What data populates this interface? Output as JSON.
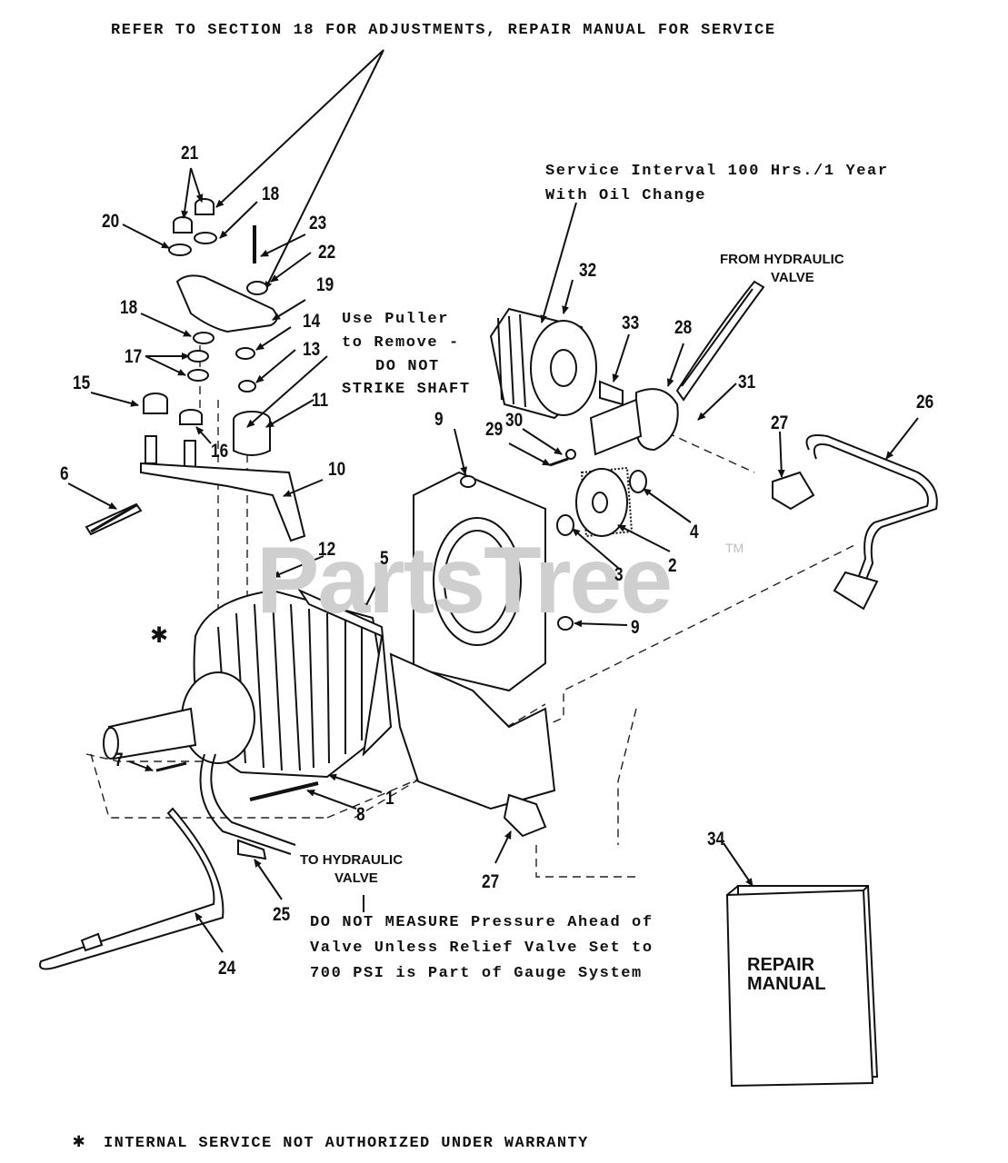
{
  "header_note": "REFER TO SECTION 18 FOR ADJUSTMENTS, REPAIR MANUAL FOR SERVICE",
  "service_note": [
    "Service Interval 100 Hrs./1 Year",
    "With Oil Change"
  ],
  "puller_note": [
    "Use Puller",
    "to Remove -",
    "DO NOT",
    "STRIKE SHAFT"
  ],
  "from_valve": [
    "FROM HYDRAULIC",
    "VALVE"
  ],
  "to_valve": [
    "TO HYDRAULIC",
    "VALVE"
  ],
  "pressure_note": [
    "DO NOT MEASURE Pressure Ahead of",
    "Valve Unless Relief Valve Set to",
    "700 PSI is Part of Gauge System"
  ],
  "manual_cover": [
    "REPAIR",
    "MANUAL"
  ],
  "footer": {
    "symbol": "✱",
    "text": "INTERNAL SERVICE NOT AUTHORIZED UNDER WARRANTY"
  },
  "watermark": "PartsTree",
  "trademark": "TM",
  "asterisk": "✱",
  "part_numbers": [
    "21",
    "18",
    "20",
    "23",
    "22",
    "19",
    "18",
    "14",
    "17",
    "13",
    "15",
    "11",
    "16",
    "10",
    "6",
    "12",
    "5",
    "9",
    "9",
    "3",
    "2",
    "4",
    "1",
    "7",
    "8",
    "25",
    "24",
    "27",
    "27",
    "26",
    "28",
    "31",
    "32",
    "33",
    "29",
    "30",
    "34"
  ]
}
